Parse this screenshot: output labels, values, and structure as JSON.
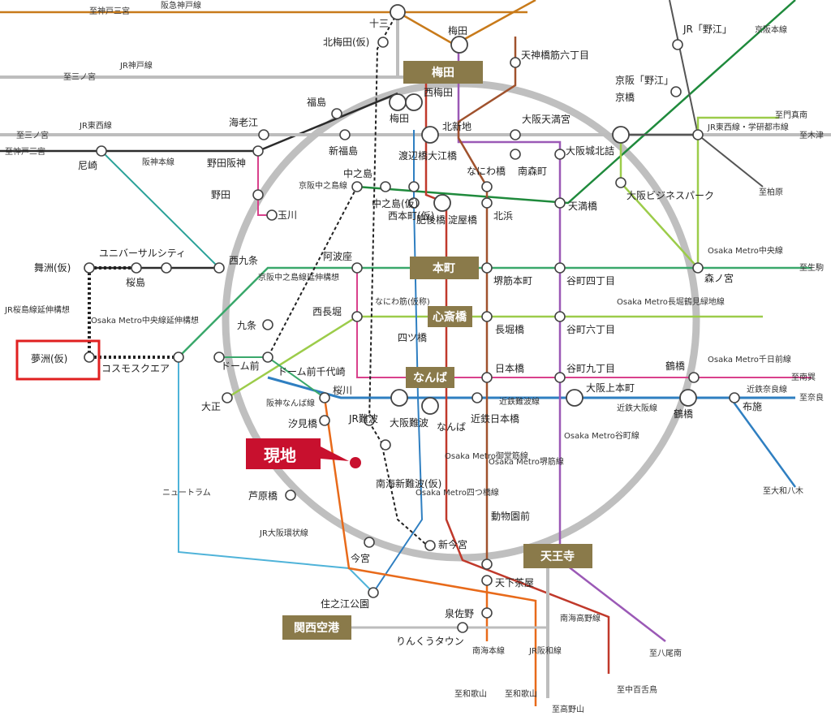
{
  "colors": {
    "loop": "#bfbfbf",
    "hankyu": "#c87a1a",
    "hanshin": "#2b2b2b",
    "jr_tozai": "#bdbdbd",
    "keihan": "#1f8a3c",
    "midosuji": "#c0392b",
    "yotsubashi": "#2f7fc1",
    "tanimachi": "#9b59b6",
    "sakaisuji": "#a0522d",
    "chuo": "#3aa86b",
    "sennichimae": "#d9418c",
    "nagahori": "#9ccc4a",
    "nanko": "#4fb3d9",
    "nankai": "#e86a1a",
    "kintetsu": "#2f7fc1",
    "yumeshima_box": "#e02020",
    "genchi": "#c8102e",
    "box_bg": "#8a7a4a"
  },
  "boxes": {
    "umeda": "梅田",
    "honmachi": "本町",
    "shinsaibashi": "心斎橋",
    "namba": "なんば",
    "tennoji": "天王寺",
    "kansai_airport": "関西空港"
  },
  "genchi": "現地",
  "stations": {
    "juso": "十三",
    "kitaumeda": "北梅田(仮)",
    "umeda_small": "梅田",
    "tenjinbashi": "天神橋筋六丁目",
    "jr_noe": "JR「野江」",
    "keihan_noe": "京阪「野江」",
    "kyobashi": "京橋",
    "fukushima": "福島",
    "ebie": "海老江",
    "shinfukushima": "新福島",
    "nodahanshin": "野田阪神",
    "amagasaki": "尼崎",
    "noda": "野田",
    "tamagawa": "玉川",
    "nishiumeda": "西梅田",
    "umeda2": "梅田",
    "kitashinchi": "北新地",
    "osakatenmangu": "大阪天満宮",
    "osakajokitazume": "大阪城北詰",
    "watanabebashi": "渡辺橋",
    "oebashi": "大江橋",
    "naniwabashi": "なにわ橋",
    "minamimorimachi": "南森町",
    "nakanoshima": "中之島",
    "nakanoshima_kari": "中之島(仮)",
    "nishihonmachi_kari": "西本町(仮)",
    "higobashi": "肥後橋",
    "yodoyabashi": "淀屋橋",
    "kitahama": "北浜",
    "tenmabashi": "天満橋",
    "osaka_business_park": "大阪ビジネスパーク",
    "nishikujo": "西九条",
    "universal_city": "ユニバーサルシティ",
    "sakurajima": "桜島",
    "maishima": "舞洲(仮)",
    "yumeshima": "夢洲(仮)",
    "cosmosquare": "コスモスクエア",
    "awaza": "阿波座",
    "sakaisujihonmachi": "堺筋本町",
    "tanimachi4": "谷町四丁目",
    "morinomiya": "森ノ宮",
    "nishinagahori": "西長堀",
    "naniwasuji_kasho": "なにわ筋(仮称)",
    "yotsubashi_st": "四ツ橋",
    "nagahoribashi": "長堀橋",
    "tanimachi6": "谷町六丁目",
    "kujo": "九条",
    "domemae": "ドーム前",
    "domemae_chiyozaki": "ドーム前千代崎",
    "taisho": "大正",
    "nipponbashi": "日本橋",
    "tanimachi9": "谷町九丁目",
    "tsuruhashi": "鶴橋",
    "osakauehommachi": "大阪上本町",
    "fuse": "布施",
    "sakuragawa": "桜川",
    "jr_namba": "JR難波",
    "osaka_namba": "大阪難波",
    "namba_small": "なんば",
    "kintetsu_nipponbashi": "近鉄日本橋",
    "shiomibashi": "汐見橋",
    "nankai_shin_namba": "南海新難波(仮)",
    "ashiharabashi": "芦原橋",
    "imamiya": "今宮",
    "shinimamiya": "新今宮",
    "dobutsuenmae": "動物園前",
    "tengachaya": "天下茶屋",
    "suminoekoen": "住之江公園",
    "izumisano": "泉佐野",
    "rinku_town": "りんくうタウン"
  },
  "line_labels": {
    "hankyu_kobe": "阪急神戸線",
    "jr_kobe": "JR神戸線",
    "jr_tozai": "JR東西線",
    "hanshin_main": "阪神本線",
    "keihan_main": "京阪本線",
    "keihan_nakanoshima": "京阪中之島線",
    "jr_tozai_gakken": "JR東西線・学研都市線",
    "keihan_nakanoshima_ext": "京阪中之島線延伸構想",
    "jr_sakurajima_ext": "JR桜島線延伸構想",
    "chuo_ext": "Osaka Metro中央線延伸構想",
    "chuo": "Osaka Metro中央線",
    "nagahori": "Osaka Metro長堀鶴見緑地線",
    "sennichimae": "Osaka Metro千日前線",
    "kintetsu_namba": "近鉄難波線",
    "kintetsu_nara": "近鉄奈良線",
    "kintetsu_osaka": "近鉄大阪線",
    "hanshin_namba": "阪神なんば線",
    "tanimachi": "Osaka Metro谷町線",
    "sakaisuji": "Osaka Metro堺筋線",
    "midosuji": "Osaka Metro御堂筋線",
    "yotsubashi": "Osaka Metro四つ橋線",
    "newtram": "ニュートラム",
    "jr_loop": "JR大阪環状線",
    "nankai_koya": "南海高野線",
    "nankai_main": "南海本線",
    "jr_hanwa": "JR阪和線"
  },
  "destinations": {
    "shinkobe_sannomiya": "至神戸三宮",
    "sannomiya_a": "至三ノ宮",
    "sannomiya_b": "至三ノ宮",
    "kobe_sannomiya_b": "至神戸三宮",
    "monma": "至門真南",
    "kizu": "至木津",
    "kashiwara": "至柏原",
    "ikoma": "至生駒",
    "minami_kyo": "至南巽",
    "nara": "至奈良",
    "yamato_yagi": "至大和八木",
    "yao_minami": "至八尾南",
    "nakamozu": "至中百舌鳥",
    "koyasan": "至高野山",
    "wakayama_nankai": "至和歌山",
    "wakayama_jr": "至和歌山"
  }
}
